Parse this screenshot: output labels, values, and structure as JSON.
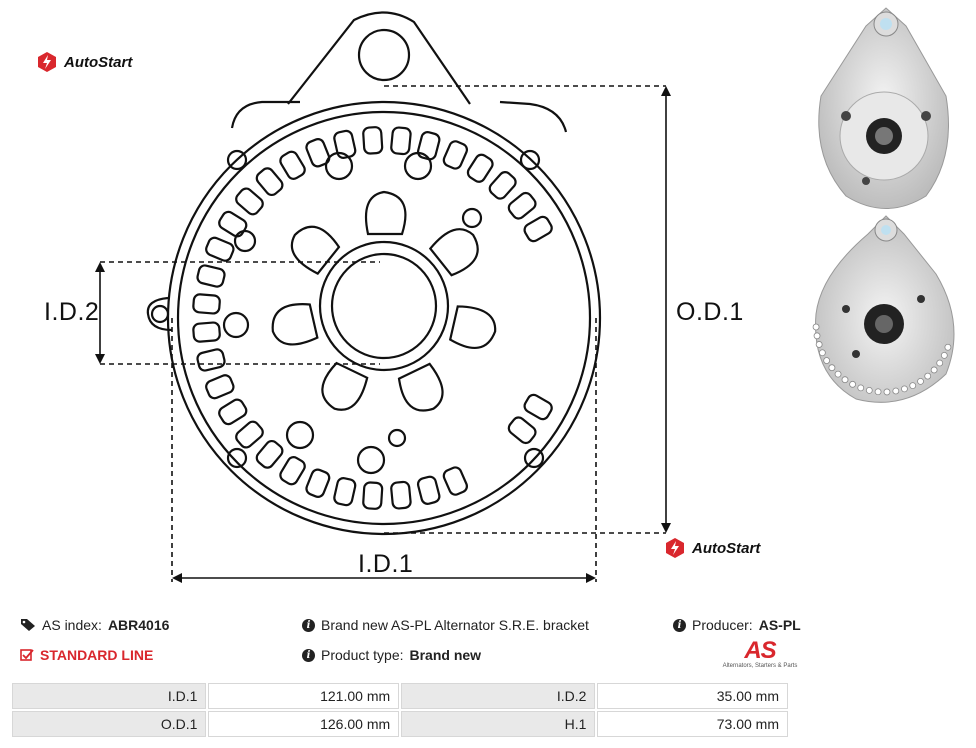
{
  "logo": {
    "brand": "AutoStart"
  },
  "dimensions": {
    "id2_label": "I.D.2",
    "od1_label": "O.D.1",
    "id1_label": "I.D.1"
  },
  "info": {
    "as_index_label": "AS index:",
    "as_index_value": "ABR4016",
    "standard_line": "STANDARD LINE",
    "description": "Brand new AS-PL Alternator S.R.E. bracket",
    "product_type_label": "Product type:",
    "product_type_value": "Brand new",
    "producer_label": "Producer:",
    "producer_value": "AS-PL"
  },
  "brand_logo": {
    "mark": "AS",
    "tagline": "Alternators, Starters & Parts"
  },
  "specs": [
    {
      "label1": "I.D.1",
      "value1": "121.00 mm",
      "label2": "I.D.2",
      "value2": "35.00 mm"
    },
    {
      "label1": "O.D.1",
      "value1": "126.00 mm",
      "label2": "H.1",
      "value2": "73.00 mm"
    }
  ],
  "colors": {
    "accent": "#d9272d",
    "table_label_bg": "#e9e9e9"
  },
  "icons": [
    "autostart-logo-icon",
    "tag-icon",
    "checkbox-icon",
    "info-icon"
  ]
}
